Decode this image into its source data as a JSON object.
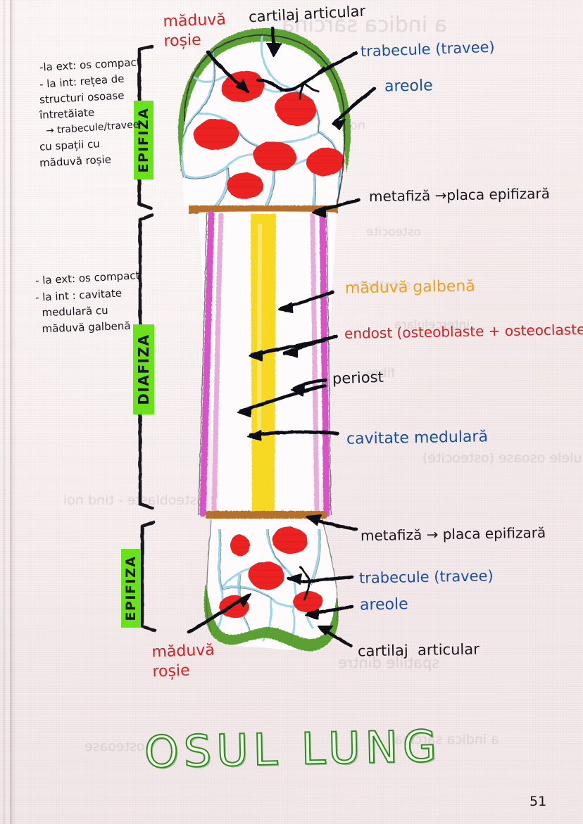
{
  "page": {
    "title": "OSUL LUNG",
    "page_number": "51",
    "background_color": "#f5ecec",
    "highlight_color": "#69e21c"
  },
  "sections": [
    {
      "id": "epifiza-top",
      "label": "EPIFIZA"
    },
    {
      "id": "diafiza",
      "label": "DIAFIZA"
    },
    {
      "id": "epifiza-bottom",
      "label": "EPIFIZA"
    }
  ],
  "left_notes": [
    {
      "id": "note-epiphysis",
      "lines": [
        "-la ext: os compact",
        "- la int: rețea de",
        "structuri osoase",
        "întretăiate",
        "  → trabecule/travee",
        "cu spații cu",
        "măduvă roșie"
      ]
    },
    {
      "id": "note-diaphysis",
      "lines": [
        "- la ext: os compact",
        "- la int : cavitate",
        "  medulară cu",
        "  măduvă galbenă"
      ]
    }
  ],
  "callouts": [
    {
      "id": "maduva-rosie-top",
      "text": "măduvă\nroșie",
      "color": "#d81f20"
    },
    {
      "id": "cartilaj-articular-top",
      "text": "cartilaj articular",
      "color": "#16161c"
    },
    {
      "id": "trabecule-top",
      "text": "trabecule (travee)",
      "color": "#1a4f9c"
    },
    {
      "id": "areole-top",
      "text": "areole",
      "color": "#1a4f9c"
    },
    {
      "id": "metafiza-top",
      "text": "metafiză →placa epifizară",
      "color": "#16161c"
    },
    {
      "id": "maduva-galbena",
      "text": "măduvă galbenă",
      "color": "#eda021"
    },
    {
      "id": "endost",
      "text": "endost (osteoblaste + osteoclaste)",
      "color": "#e0262a"
    },
    {
      "id": "periost",
      "text": "periost",
      "color": "#16161c"
    },
    {
      "id": "cavitate-medulara",
      "text": "cavitate medulară",
      "color": "#1a4f9c"
    },
    {
      "id": "metafiza-bottom",
      "text": "metafiză → placa epifizară",
      "color": "#16161c"
    },
    {
      "id": "trabecule-bottom",
      "text": "trabecule (travee)",
      "color": "#1a4f9c"
    },
    {
      "id": "areole-bottom",
      "text": "areole",
      "color": "#1a4f9c"
    },
    {
      "id": "maduva-rosie-bottom",
      "text": "măduvă\nroșie",
      "color": "#d81f20"
    },
    {
      "id": "cartilaj-articular-bottom",
      "text": "cartilaj  articular",
      "color": "#16161c"
    }
  ],
  "diagram": {
    "name": "long-bone-cross-section",
    "colors": {
      "cartilage": "#4f9a23",
      "trabeculae": "#9fd4ea",
      "red_marrow": "#ec2020",
      "yellow_marrow": "#f7d822",
      "epiphyseal_plate": "#b5702e",
      "periosteum": "#d852c6",
      "endosteum": "#e7a8d8",
      "compact_bone": "#2a2a2a"
    },
    "parts": [
      "cartilaj articular",
      "trabecule (travee)",
      "areole",
      "măduvă roșie",
      "placa epifizară",
      "periost",
      "endost",
      "cavitate medulară",
      "măduvă galbenă"
    ]
  },
  "ghost_text": [
    "a indica sarcina",
    "novel",
    "osteoblaste - tind noi",
    "osteocite",
    "substanta",
    "intercelulara",
    "fibre",
    "celulele osoase (osteocite)",
    "spatiile dintre",
    "osteoase"
  ]
}
